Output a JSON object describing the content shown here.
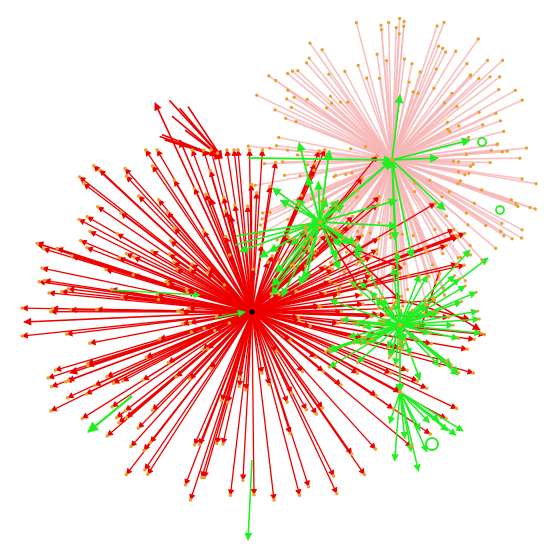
{
  "graph": {
    "kind": "network-graph",
    "colors": {
      "background": "#ffffff",
      "red_edge": "#ee0000",
      "pink_edge": "#f7b6b6",
      "green_edge": "#22ee22",
      "node": "#e8a02a",
      "hub": "#000000"
    },
    "clusters": [
      {
        "id": "red-hub",
        "edge_color": "red",
        "edge_count": 260,
        "has_arrowheads": true
      },
      {
        "id": "pink-hub",
        "edge_color": "pink",
        "edge_count": 220,
        "has_arrowheads": false
      },
      {
        "id": "mid-hub",
        "edge_color": "green",
        "edge_count": 28,
        "has_arrowheads": true
      },
      {
        "id": "right-hub",
        "edge_color": "green",
        "edge_count": 60,
        "has_arrowheads": true
      },
      {
        "id": "bottom-hub",
        "edge_color": "green",
        "edge_count": 12,
        "has_arrowheads": true
      }
    ]
  }
}
